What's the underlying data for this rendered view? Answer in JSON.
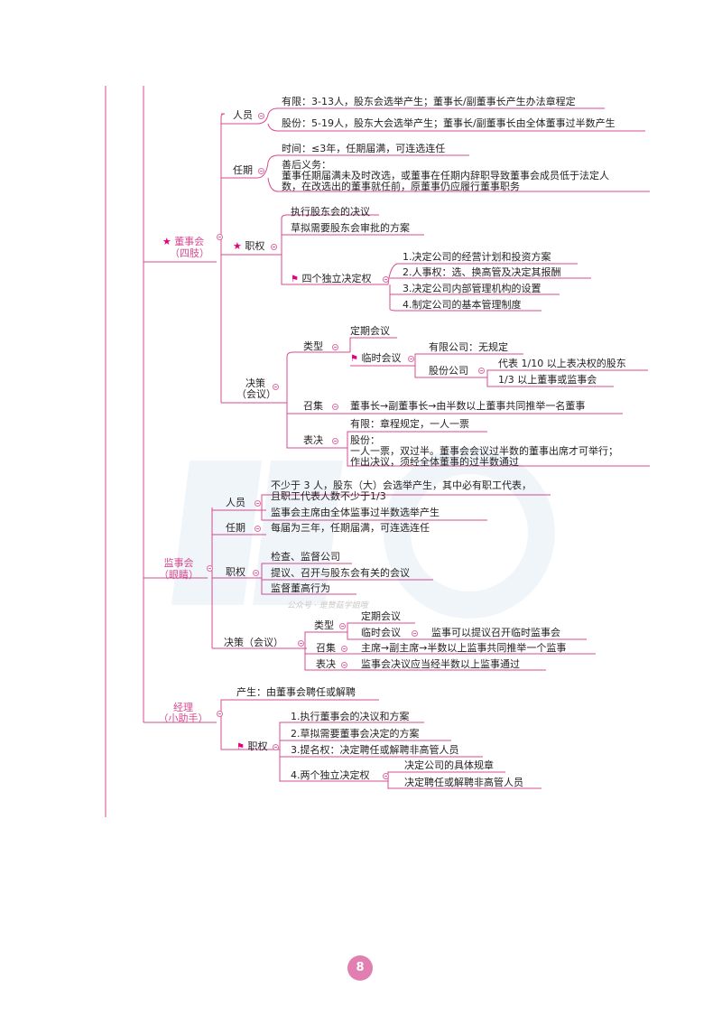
{
  "page": {
    "number": "8",
    "accent": "#e4007f",
    "line_color": "#d9498f"
  },
  "watermark": {
    "text": "公众号 · 是赞菇学姐哦"
  },
  "board": {
    "label_line1": "董事会",
    "label_line2": "（四肢）",
    "personnel": {
      "label": "人员",
      "items": [
        "有限：3-13人，股东会选举产生；董事长/副董事长产生办法章程定",
        "股份：5-19人，股东大会选举产生；董事长/副董事长由全体董事过半数产生"
      ]
    },
    "term": {
      "label": "任期",
      "items": [
        "时间：≤3年，任期届满，可连选连任",
        "善后义务：",
        "董事任期届满未及时改选，或董事在任期内辞职导致董事会成员低于法定人",
        "数，在改选出的董事就任前，原董事仍应履行董事职务"
      ]
    },
    "powers": {
      "label": "职权",
      "items": [
        "执行股东会的决议",
        "草拟需要股东会审批的方案"
      ],
      "independent": {
        "label": "四个独立决定权",
        "items": [
          "1.决定公司的经营计划和投资方案",
          "2.人事权：选、换高管及决定其报酬",
          "3.决定公司内部管理机构的设置",
          "4.制定公司的基本管理制度"
        ]
      }
    },
    "decision": {
      "label_line1": "决策",
      "label_line2": "（会议）",
      "type": {
        "label": "类型",
        "regular": "定期会议",
        "interim": "临时会议",
        "limited": "有限公司：无规定",
        "stock": "股份公司",
        "stock_items": [
          "代表 1/10 以上表决权的股东",
          "1/3 以上董事或监事会"
        ]
      },
      "convene": {
        "label": "召集",
        "text": "董事长→副董事长→由半数以上董事共同推举一名董事"
      },
      "vote": {
        "label": "表决",
        "items": [
          "有限：章程规定，一人一票",
          "股份：",
          "一人一票，双过半。董事会会议过半数的董事出席才可举行；",
          "作出决议，须经全体董事的过半数通过"
        ]
      }
    }
  },
  "supervisory": {
    "label_line1": "监事会",
    "label_line2": "（眼睛）",
    "personnel": {
      "label": "人员",
      "items": [
        "不少于 3 人，股东（大）会选举产生，其中必有职工代表，",
        "且职工代表人数不少于1/3",
        "监事会主席由全体监事过半数选举产生"
      ]
    },
    "term": {
      "label": "任期",
      "text": "每届为三年，任期届满，可连选连任"
    },
    "powers": {
      "label": "职权",
      "items": [
        "检查、监督公司",
        "提议、召开与股东会有关的会议",
        "监督董高行为"
      ]
    },
    "decision": {
      "label": "决策（会议）",
      "type_label": "类型",
      "regular": "定期会议",
      "interim": "临时会议",
      "interim_text": "监事可以提议召开临时监事会",
      "convene_label": "召集",
      "convene_text": "主席→副主席→半数以上监事共同推举一个监事",
      "vote_label": "表决",
      "vote_text": "监事会决议应当经半数以上监事通过"
    }
  },
  "manager": {
    "label_line1": "经理",
    "label_line2": "（小助手）",
    "production": "产生：由董事会聘任或解聘",
    "powers": {
      "label": "职权",
      "items": [
        "1.执行董事会的决议和方案",
        "2.草拟需要董事会决定的方案",
        "3.提名权：决定聘任或解聘非高管人员"
      ],
      "independent": {
        "label": "4.两个独立决定权",
        "items": [
          "决定公司的具体规章",
          "决定聘任或解聘非高管人员"
        ]
      }
    }
  }
}
